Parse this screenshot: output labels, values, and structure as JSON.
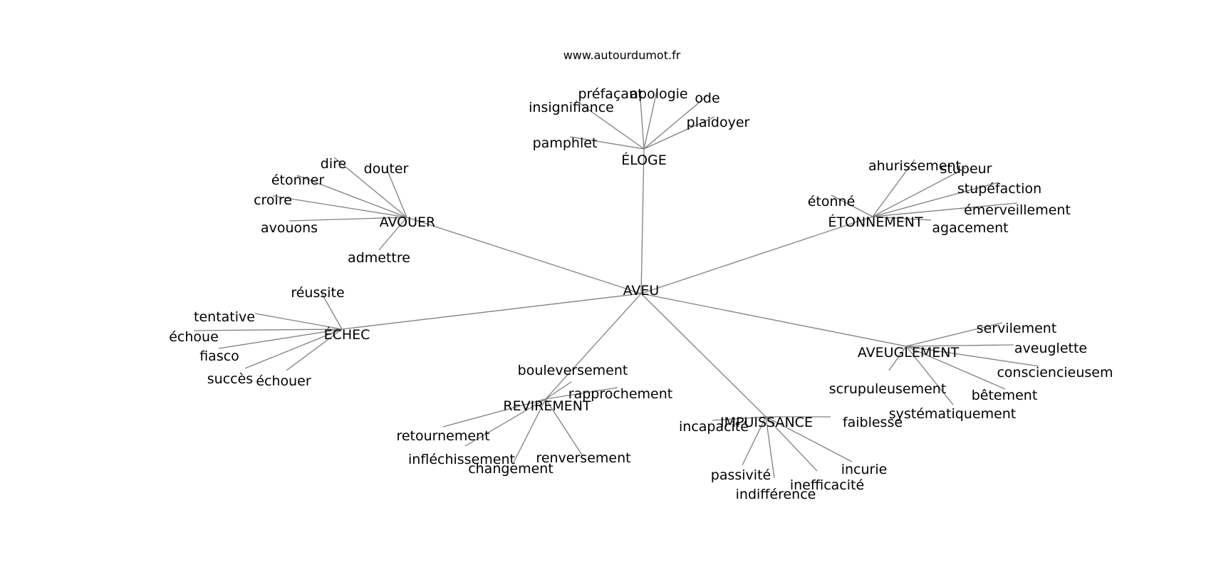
{
  "source": "www.autourdumot.fr",
  "graph": {
    "center": "AVEU",
    "branches": [
      {
        "hub": "ÉLOGE",
        "leaves": [
          "préfaçant",
          "apologie",
          "ode",
          "insignifiance",
          "plaidoyer",
          "pamphlet"
        ]
      },
      {
        "hub": "AVOUER",
        "leaves": [
          "dire",
          "douter",
          "étonner",
          "croire",
          "avouons",
          "admettre"
        ]
      },
      {
        "hub": "ÉTONNEMENT",
        "leaves": [
          "ahurissement",
          "stupeur",
          "stupéfaction",
          "étonné",
          "émerveillement",
          "agacement"
        ]
      },
      {
        "hub": "ÉCHEC",
        "leaves": [
          "réussite",
          "tentative",
          "échoue",
          "fiasco",
          "succès",
          "échouer"
        ]
      },
      {
        "hub": "AVEUGLEMENT",
        "leaves": [
          "servilement",
          "aveuglette",
          "consciencieusem",
          "scrupuleusement",
          "bêtement",
          "systématiquement"
        ]
      },
      {
        "hub": "REVIREMENT",
        "leaves": [
          "bouleversement",
          "rapprochement",
          "retournement",
          "infléchissement",
          "changement",
          "renversement"
        ]
      },
      {
        "hub": "IMPUISSANCE",
        "leaves": [
          "incapacité",
          "faiblesse",
          "incurie",
          "passivité",
          "inefficacité",
          "indifférence"
        ]
      }
    ]
  }
}
